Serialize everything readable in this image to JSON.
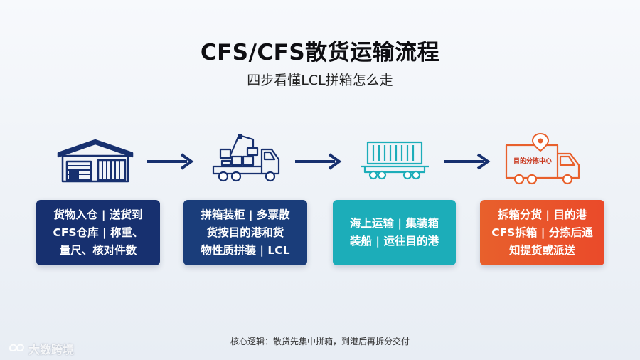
{
  "header": {
    "title": "CFS/CFS散货运输流程",
    "subtitle": "四步看懂LCL拼箱怎么走"
  },
  "steps": [
    {
      "icon": "warehouse-icon",
      "text": "货物入仓 | 送货到\nCFS仓库 | 称重、\n量尺、核对件数"
    },
    {
      "icon": "truck-crane-icon",
      "text": "拼箱装柜 | 多票散\n货按目的港和货\n物性质拼装 | LCL"
    },
    {
      "icon": "container-railcar-icon",
      "text": "海上运输 | 集装箱\n装船 | 运往目的港"
    },
    {
      "icon": "delivery-truck-icon",
      "text": "拆箱分货 | 目的港\nCFS拆箱 | 分拣后通\n知提货或派送",
      "truck_label": "目的分拣中心"
    }
  ],
  "colors": {
    "navy": "#17306f",
    "teal": "#1cadb9",
    "orange": "#e8602c"
  },
  "footer": "核心逻辑：散货先集中拼箱，到港后再拆分交付",
  "watermark": "大数跨境"
}
